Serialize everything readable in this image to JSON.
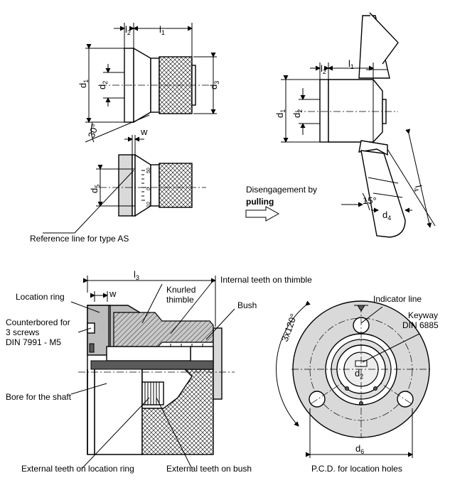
{
  "dimensions": {
    "l1": "l",
    "l1_sub": "1",
    "l2": "l",
    "l2_sub": "2",
    "l3": "l",
    "l3_sub": "3",
    "l4": "l",
    "l4_sub": "4",
    "d1": "d",
    "d1_sub": "1",
    "d2": "d",
    "d2_sub": "2",
    "d3": "d",
    "d3_sub": "3",
    "d4": "d",
    "d4_sub": "4",
    "d5": "d",
    "d5_sub": "5",
    "d6": "d",
    "d6_sub": "6",
    "w": "w",
    "angle_30": "30°",
    "angle_15": "15°",
    "angle_3x120": "3x120°"
  },
  "scale_ticks": [
    "50",
    "0",
    "10"
  ],
  "labels": {
    "reference_line": "Reference line for type AS",
    "disengagement_1": "Disengagement by",
    "disengagement_2": "pulling",
    "location_ring": "Location ring",
    "knurled_1": "Knurled",
    "knurled_2": "thimble",
    "internal_teeth": "Internal teeth on thimble",
    "bush": "Bush",
    "counterbored_1": "Counterbored for",
    "counterbored_2": "3 screws",
    "counterbored_3": "DIN 7991 - M5",
    "bore": "Bore for the shaft",
    "ext_teeth_ring": "External teeth on location ring",
    "ext_teeth_bush": "External teeth on bush",
    "indicator_line": "Indicator line",
    "keyway_1": "Keyway",
    "keyway_2": "DIN 6885",
    "pcd": "P.C.D. for location holes"
  }
}
